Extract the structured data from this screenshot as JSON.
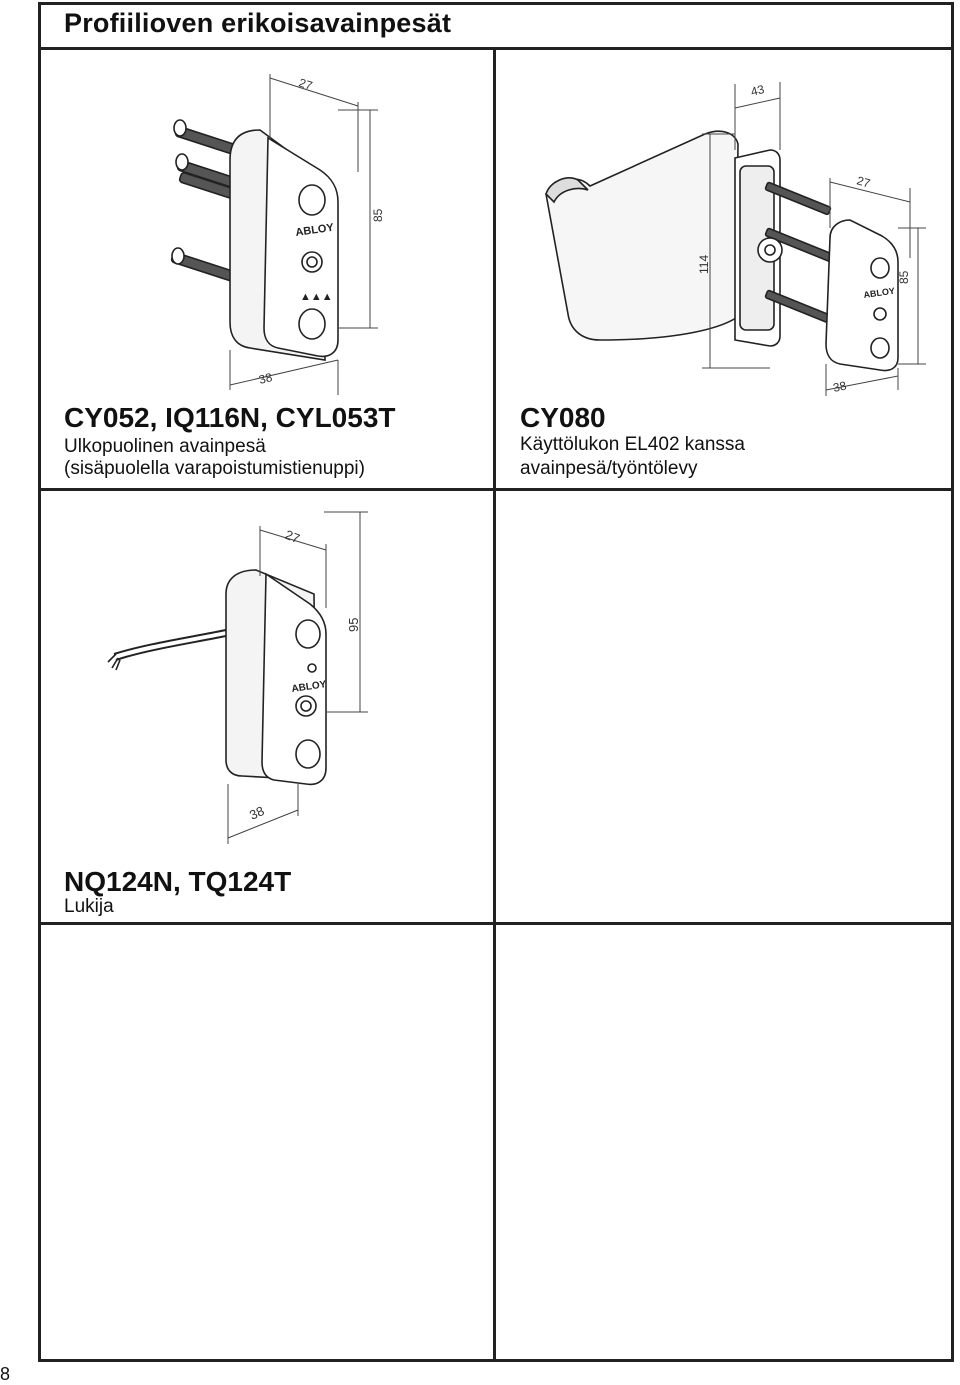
{
  "page_title": "Profiilioven erikoisavainpesät",
  "page_number": "8",
  "products": [
    {
      "code": "CY052, IQ116N, CYL053T",
      "line1": "Ulkopuolinen avainpesä",
      "line2": "(sisäpuolella varapoistumistienuppi)",
      "dims": {
        "depth": "27",
        "height": "85",
        "width": "38"
      },
      "brand": "ABLOY"
    },
    {
      "code": "CY080",
      "line1": "Käyttölukon EL402 kanssa",
      "line2": "avainpesä/työntölevy",
      "dims": {
        "plate_width": "43",
        "plate_height": "114",
        "depth": "27",
        "height": "85",
        "width": "38"
      },
      "brand": "ABLOY"
    },
    {
      "code": "NQ124N, TQ124T",
      "line1": "Lukija",
      "dims": {
        "depth": "27",
        "height": "95",
        "width": "38"
      },
      "brand": "ABLOY"
    }
  ]
}
